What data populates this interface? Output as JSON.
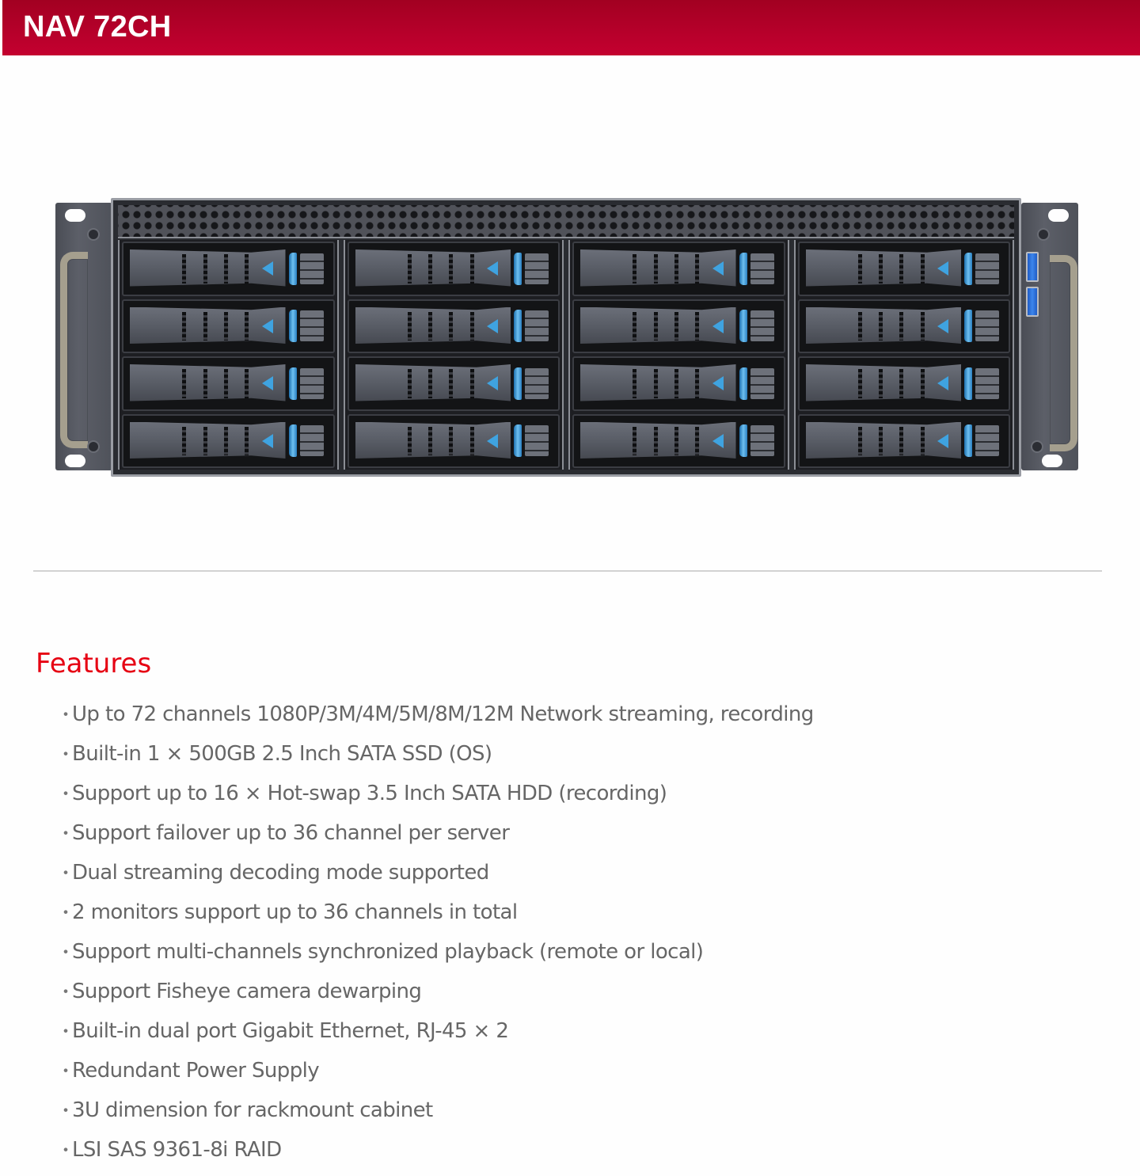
{
  "header": {
    "title": "NAV 72CH",
    "colors": {
      "top": "#a20021",
      "bottom": "#c4002f",
      "text": "#ffffff"
    }
  },
  "product_image": {
    "subject": "3U rackmount NVR server front view",
    "drive_bay_columns": 4,
    "drive_bay_rows": 4,
    "usb_ports": 2,
    "icons": {
      "tray_arrow": "triangle-left-icon",
      "screw": "screw-icon",
      "handle": "rack-handle-icon",
      "usb": "usb-port-icon"
    }
  },
  "features": {
    "title": "Features",
    "title_color": "#e60012",
    "bullet": "・",
    "items": [
      "Up to 72 channels 1080P/3M/4M/5M/8M/12M Network streaming, recording",
      "Built-in 1 × 500GB 2.5 Inch SATA SSD (OS)",
      "Support up to 16 × Hot-swap 3.5 Inch SATA HDD (recording)",
      "Support failover up to 36 channel per server",
      "Dual streaming decoding mode supported",
      "2 monitors support up to 36 channels in total",
      "Support multi-channels synchronized playback (remote or local)",
      "Support Fisheye camera dewarping",
      "Built-in dual port Gigabit Ethernet, RJ-45 × 2",
      "Redundant Power Supply",
      "3U dimension for rackmount cabinet",
      "LSI SAS 9361-8i RAID"
    ]
  }
}
